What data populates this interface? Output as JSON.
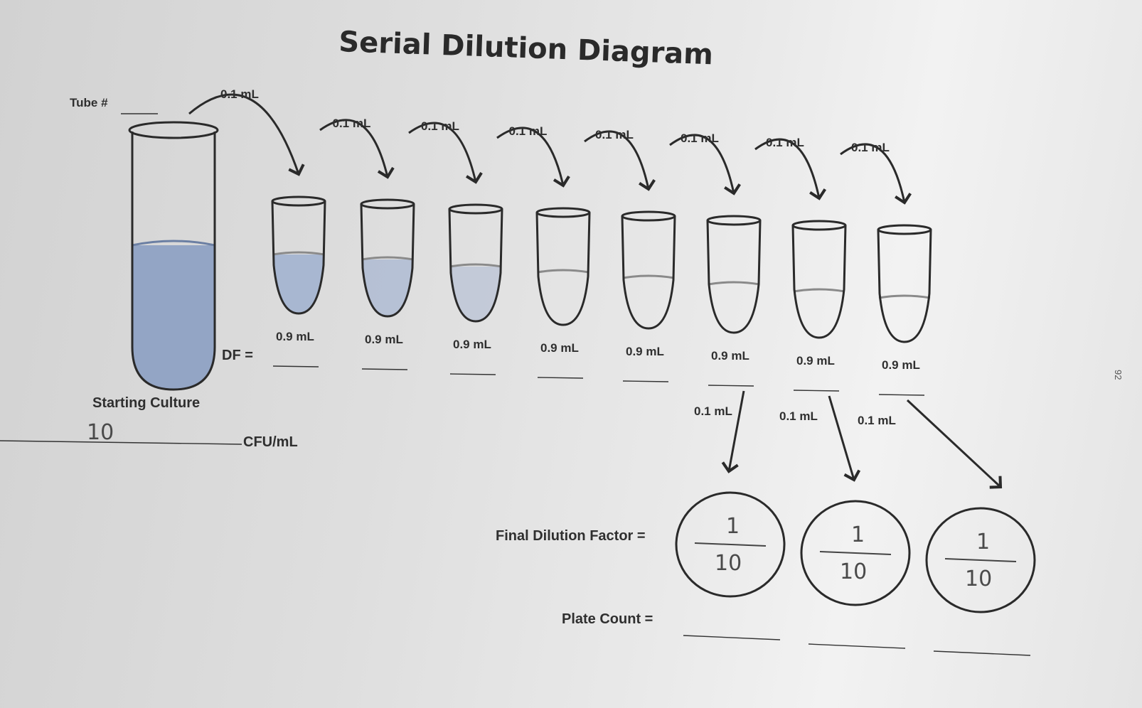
{
  "title": "Serial Dilution Diagram",
  "tube_number_label": "Tube #",
  "transfer_volume": "0.1 mL",
  "diluent_volume": "0.9 mL",
  "df_label": "DF =",
  "starting_culture_label": "Starting Culture",
  "starting_culture_value": "10",
  "cfu_unit": "CFU/mL",
  "final_dilution_factor_label": "Final Dilution Factor =",
  "plate_count_label": "Plate Count =",
  "plates": [
    {
      "numerator": "1",
      "denominator": "10"
    },
    {
      "numerator": "1",
      "denominator": "10"
    },
    {
      "numerator": "1",
      "denominator": "10"
    }
  ],
  "page_number": "92",
  "colors": {
    "culture": "#8fa2c4",
    "ink": "#2a2a2a",
    "paper": "#e8e8e8"
  }
}
